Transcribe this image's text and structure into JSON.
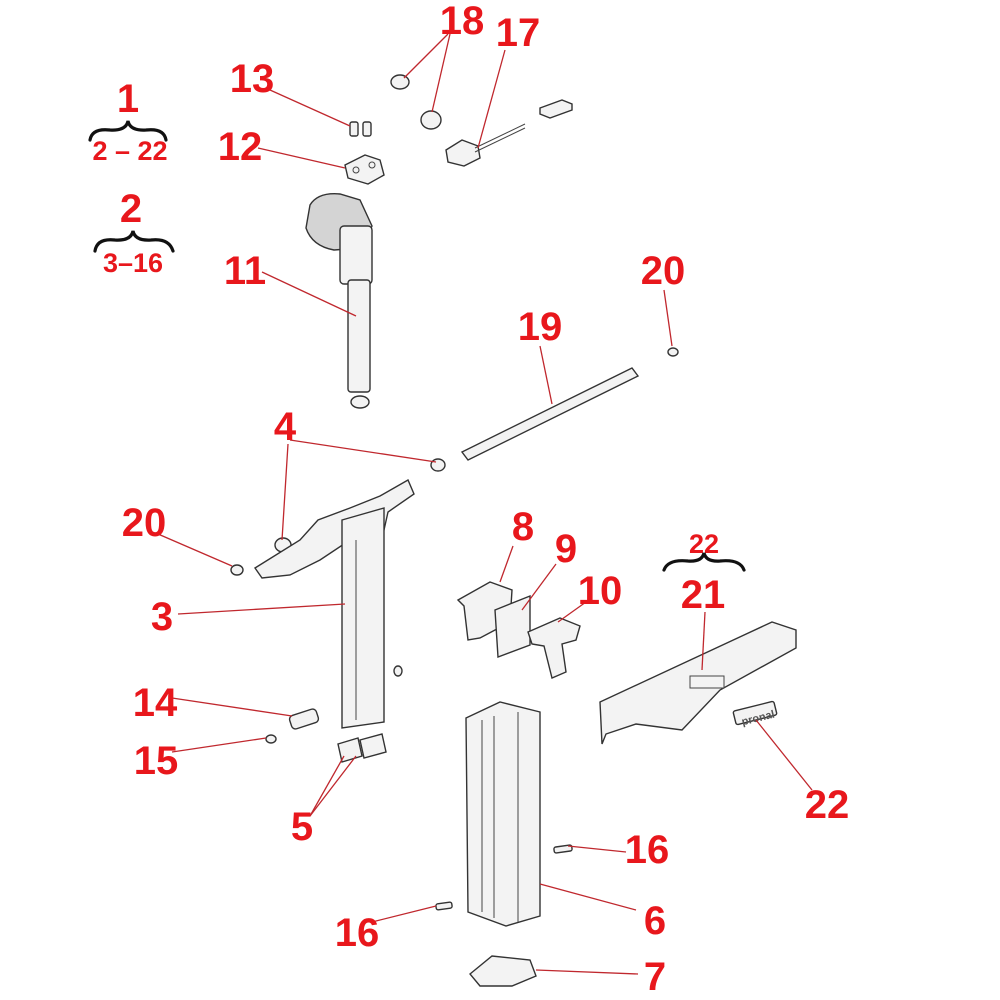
{
  "groups": [
    {
      "label": "1",
      "range": "2 – 22"
    },
    {
      "label": "2",
      "range": "3–16"
    },
    {
      "label": "22",
      "range": "21"
    }
  ],
  "callouts": {
    "p3": "3",
    "p4": "4",
    "p5": "5",
    "p6": "6",
    "p7": "7",
    "p8": "8",
    "p9": "9",
    "p10": "10",
    "p11": "11",
    "p12": "12",
    "p13": "13",
    "p14": "14",
    "p15": "15",
    "p16a": "16",
    "p16b": "16",
    "p17": "17",
    "p18": "18",
    "p19": "19",
    "p20a": "20",
    "p20b": "20",
    "p22": "22"
  },
  "logo_text": "pronal",
  "colors": {
    "callout": "#e8171c",
    "leader": "#c0282e",
    "outline": "#333333"
  }
}
